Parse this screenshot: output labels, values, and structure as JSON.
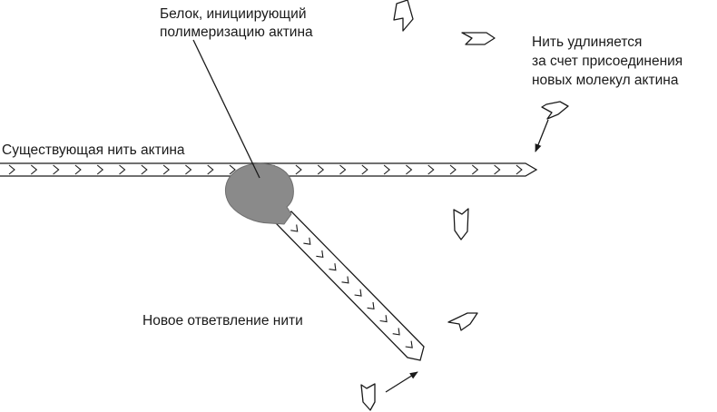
{
  "diagram": {
    "labels": {
      "protein_line1": "Белок, инициирующий",
      "protein_line2": "полимеризацию актина",
      "existing_filament": "Существующая нить актина",
      "growth_line1": "Нить удлиняется",
      "growth_line2": "за счет присоединения",
      "growth_line3": "новых молекул актина",
      "new_branch": "Новое ответвление нити"
    },
    "colors": {
      "ink": "#1a1a1a",
      "protein_fill": "#8a8a8a",
      "background": "#ffffff"
    }
  }
}
